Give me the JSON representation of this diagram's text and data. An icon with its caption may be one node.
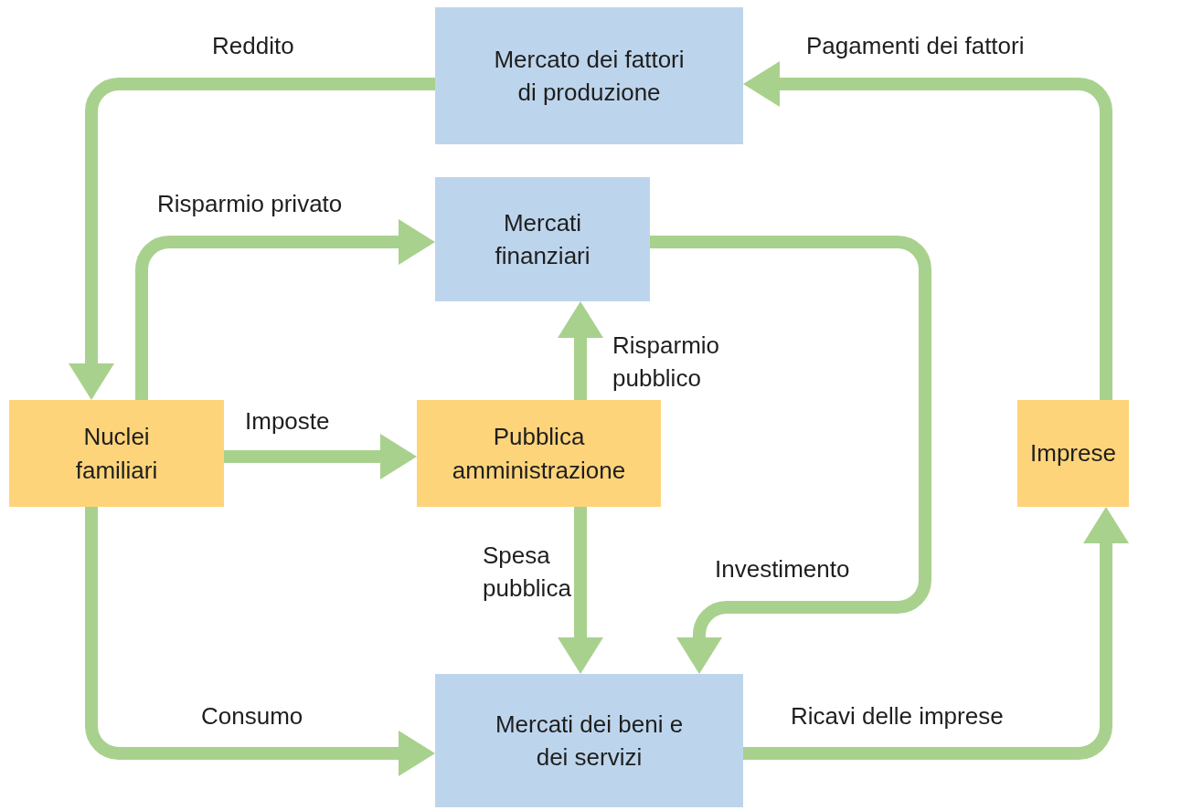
{
  "diagram": {
    "nodes": [
      {
        "text": [
          "Mercato dei fattori di produzione"
        ]
      },
      {
        "text": [
          "Mercati finanziari"
        ]
      },
      {
        "text": [
          "Nuclei familiari"
        ]
      },
      {
        "text": [
          "Pubblica amministrazione"
        ]
      },
      {
        "text": [
          "Imprese"
        ]
      },
      {
        "text": [
          "Mercati dei beni e dei servizi"
        ]
      }
    ],
    "edges": [
      {
        "from": 0,
        "to": 2,
        "arrow": "to",
        "label": "Reddito"
      },
      {
        "from": 2,
        "to": 1,
        "arrow": "to",
        "label": "Risparmio privato"
      },
      {
        "from": 2,
        "to": 3,
        "arrow": "to",
        "label": "Imposte"
      },
      {
        "from": 3,
        "to": 1,
        "arrow": "to",
        "label": "Risparmio pubblico"
      },
      {
        "from": 3,
        "to": 5,
        "arrow": "to",
        "label": "Spesa pubblica"
      },
      {
        "from": 1,
        "to": 5,
        "arrow": "to",
        "label": "Investimento"
      },
      {
        "from": 2,
        "to": 5,
        "arrow": "to",
        "label": "Consumo"
      },
      {
        "from": 5,
        "to": 4,
        "arrow": "to",
        "label": "Ricavi delle imprese"
      },
      {
        "from": 4,
        "to": 0,
        "arrow": "to",
        "label": "Pagamenti dei fattori"
      }
    ]
  }
}
